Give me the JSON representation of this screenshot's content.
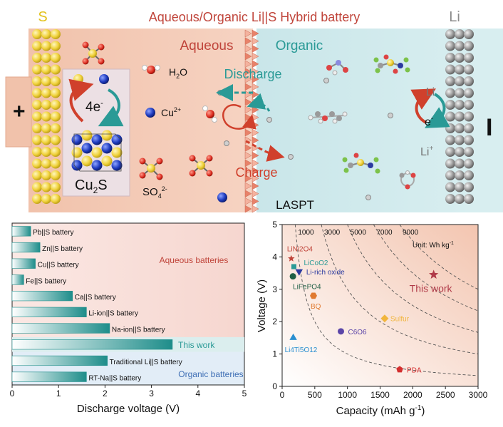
{
  "schematic": {
    "title": "Aqueous/Organic Li||S Hybrid battery",
    "label_S": "S",
    "label_Li": "Li",
    "plus_sign": "+",
    "minus_sign": "I",
    "aqueous_label": "Aqueous",
    "organic_label": "Organic",
    "discharge_label": "Discharge",
    "charge_label": "Charge",
    "laspt_label": "LASPT",
    "four_e": "4e",
    "four_e_sup": "-",
    "cu2s_main": "Cu",
    "cu2s_sub": "2",
    "cu2s_end": "S",
    "h2o_main": "H",
    "h2o_sub": "2",
    "h2o_end": "O",
    "cu_main": "Cu",
    "cu_sup": "2+",
    "so4_main": "SO",
    "so4_sub": "4",
    "so4_sup": "2-",
    "li_top": "Li",
    "li_bottom": "Li",
    "li_bottom_sup": "+",
    "electron": "e",
    "electron_sup": "-",
    "colors": {
      "aqueous_bg": "#f3c5b0",
      "organic_bg": "#cfe8ea",
      "sulfur": "#f2d64a",
      "lithium": "#9a9a9a",
      "title": "#c0453b",
      "teal": "#2a9a96"
    }
  },
  "chart_data": [
    {
      "type": "bar",
      "orientation": "horizontal",
      "categories": [
        "Pb||S battery",
        "Zn||S battery",
        "Cu||S battery",
        "Fe||S battery",
        "Ca||S battery",
        "Li-ion||S battery",
        "Na-ion||S battery",
        "This work",
        "Traditional Li||S battery",
        "RT-Na||S battery"
      ],
      "values": [
        0.4,
        0.6,
        0.5,
        0.25,
        1.3,
        1.6,
        2.1,
        3.45,
        2.05,
        1.6
      ],
      "xlabel": "Discharge voltage (V)",
      "xlim": [
        0,
        5
      ],
      "xticks": [
        "0",
        "1",
        "2",
        "3",
        "4",
        "5"
      ],
      "region_labels": [
        "Aqueous batteries",
        "Organic batteries"
      ]
    },
    {
      "type": "scatter",
      "xlabel": "Capacity (mAh g",
      "xlabel_sup": "-1",
      "xlabel_end": ")",
      "ylabel": "Voltage (V)",
      "xlim": [
        0,
        3000
      ],
      "ylim": [
        0,
        5
      ],
      "xticks": [
        "0",
        "500",
        "1000",
        "1500",
        "2000",
        "2500",
        "3000"
      ],
      "yticks": [
        "0",
        "1",
        "2",
        "3",
        "4",
        "5"
      ],
      "energy_contours": [
        "1000",
        "3000",
        "5000",
        "7000",
        "9000"
      ],
      "unit_label": "Unit: Wh kg",
      "unit_sup": "-1",
      "points": [
        {
          "name": "LiNi2O4",
          "x": 140,
          "y": 3.95,
          "marker": "star",
          "color": "#c0453b"
        },
        {
          "name": "LiCoO2",
          "x": 180,
          "y": 3.7,
          "marker": "square",
          "color": "#2a9a96"
        },
        {
          "name": "Li-rich oxide",
          "x": 260,
          "y": 3.55,
          "marker": "triangle-down",
          "color": "#2b3aa0"
        },
        {
          "name": "LiFePO4",
          "x": 165,
          "y": 3.4,
          "marker": "circle",
          "color": "#1f5f45"
        },
        {
          "name": "BQ",
          "x": 480,
          "y": 2.8,
          "marker": "hexagon",
          "color": "#e07a30"
        },
        {
          "name": "Sulfur",
          "x": 1570,
          "y": 2.1,
          "marker": "diamond",
          "color": "#f1b53c"
        },
        {
          "name": "C6O6",
          "x": 900,
          "y": 1.7,
          "marker": "circle",
          "color": "#5b45a8"
        },
        {
          "name": "Li4Ti5O12",
          "x": 170,
          "y": 1.5,
          "marker": "triangle",
          "color": "#2a8fd0"
        },
        {
          "name": "PDA",
          "x": 1800,
          "y": 0.52,
          "marker": "pentagon",
          "color": "#d32f2f"
        },
        {
          "name": "This work",
          "x": 2320,
          "y": 3.45,
          "marker": "star",
          "color": "#b03a48"
        }
      ]
    }
  ]
}
